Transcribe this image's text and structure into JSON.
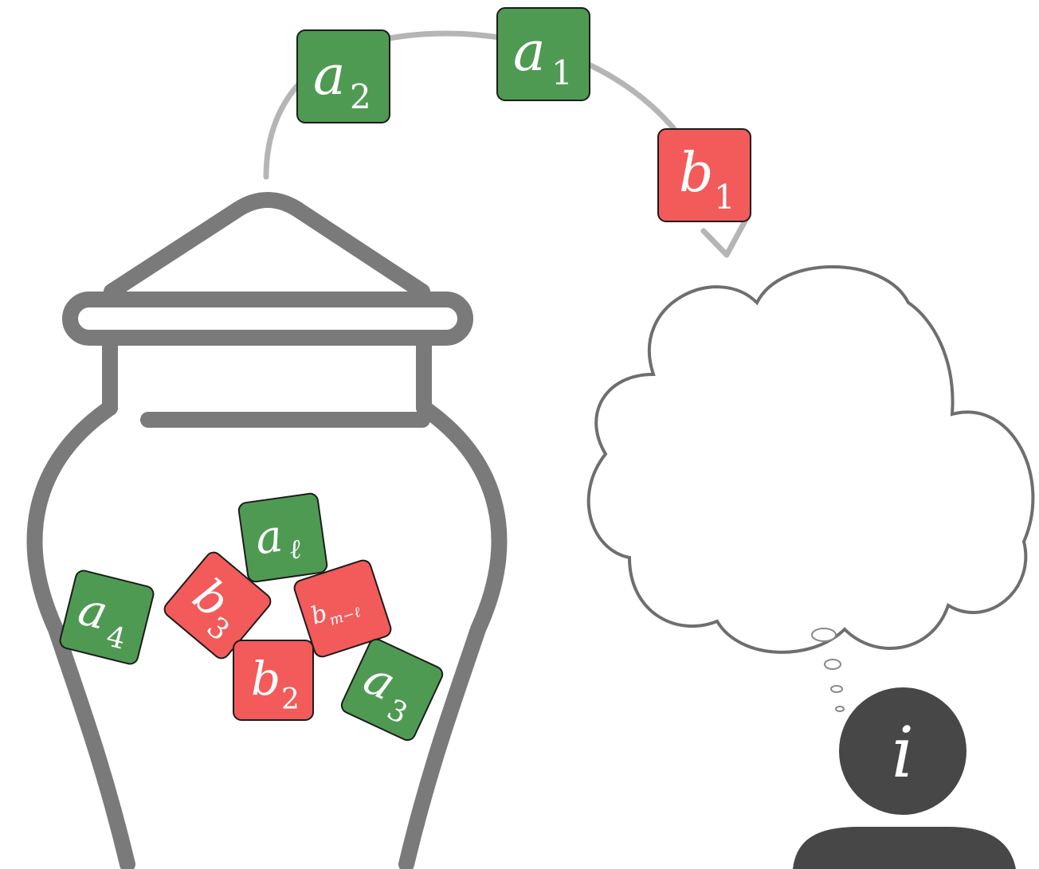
{
  "colors": {
    "green": "#4f9a53",
    "red": "#f35a5a",
    "jar": "#7a7a7a",
    "arrow": "#b5b5b5",
    "cloud_stroke": "#6e6e6e",
    "person": "#474747"
  },
  "drawn_tiles": [
    {
      "id": "a2",
      "base": "a",
      "sub": "2",
      "color": "green"
    },
    {
      "id": "a1",
      "base": "a",
      "sub": "1",
      "color": "green"
    },
    {
      "id": "b1",
      "base": "b",
      "sub": "1",
      "color": "red"
    }
  ],
  "jar_tiles": [
    {
      "id": "al",
      "base": "a",
      "sub": "ℓ",
      "color": "green"
    },
    {
      "id": "a4",
      "base": "a",
      "sub": "4",
      "color": "green"
    },
    {
      "id": "b3",
      "base": "b",
      "sub": "3",
      "color": "red"
    },
    {
      "id": "bml",
      "base": "b",
      "sub": "m−ℓ",
      "color": "red"
    },
    {
      "id": "b2",
      "base": "b",
      "sub": "2",
      "color": "red"
    },
    {
      "id": "a3",
      "base": "a",
      "sub": "3",
      "color": "green"
    }
  ],
  "person": {
    "label": "i",
    "icon": "person-icon"
  },
  "cloud": {
    "icon": "thought-cloud"
  }
}
